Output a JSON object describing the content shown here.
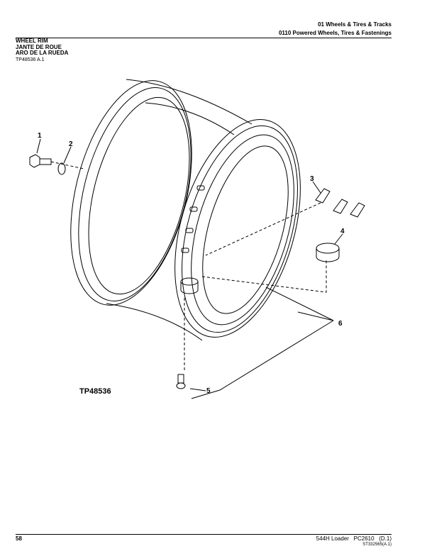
{
  "header": {
    "section": "01 Wheels & Tires & Tracks",
    "group": "0110 Powered Wheels, Tires & Fastenings"
  },
  "title": {
    "en": "WHEEL RIM",
    "fr": "JANTE DE ROUE",
    "es": "ARO DE LA RUEDA"
  },
  "figure_ref": "TP48536 A.1",
  "illustration": {
    "id_label": "TP48536",
    "callouts": [
      "1",
      "2",
      "3",
      "4",
      "5",
      "6"
    ]
  },
  "footer": {
    "page": "58",
    "model": "544H Loader",
    "catalog": "PC2610",
    "revision": "(D.1)",
    "code": "ST332565(A.1)"
  }
}
